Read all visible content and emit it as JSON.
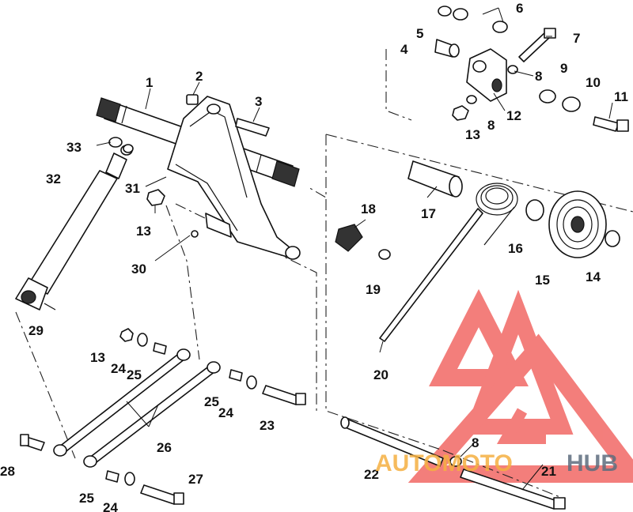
{
  "diagram": {
    "callouts": [
      "1",
      "2",
      "3",
      "4",
      "5",
      "6",
      "7",
      "8",
      "8",
      "8",
      "9",
      "10",
      "11",
      "12",
      "13",
      "13",
      "13",
      "14",
      "15",
      "16",
      "17",
      "18",
      "19",
      "20",
      "21",
      "22",
      "23",
      "24",
      "24",
      "24",
      "25",
      "25",
      "25",
      "26",
      "27",
      "28",
      "29",
      "30",
      "31",
      "32",
      "33"
    ]
  },
  "watermark": {
    "brand_auto": "AUTOMOTO",
    "brand_hub": "HUB",
    "colors": {
      "logo_red": "#ef5350",
      "text_orange": "#f5b041",
      "text_grey": "#5d6d7e"
    }
  }
}
